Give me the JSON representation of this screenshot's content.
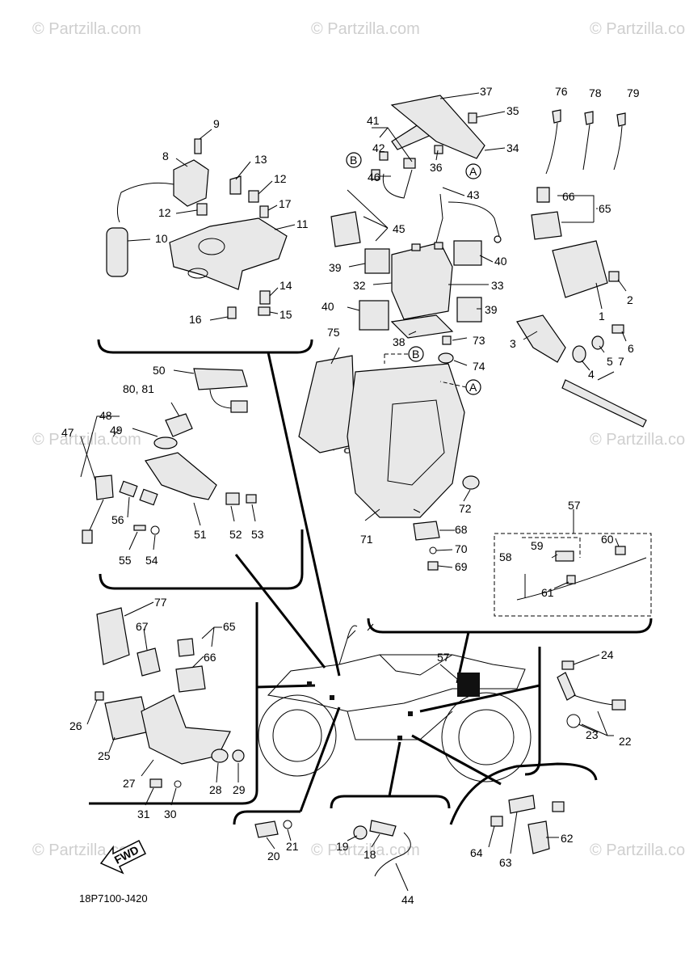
{
  "watermarks": {
    "brand": "© Partzilla.com",
    "center": "© Partzilla.com"
  },
  "diagram_code": "18P7100-J420",
  "direction_label": "FWD",
  "reference_markers": {
    "a": "A",
    "b": "B"
  },
  "callouts": {
    "c1": "1",
    "c2": "2",
    "c3": "3",
    "c4": "4",
    "c5": "5",
    "c6": "6",
    "c7": "7",
    "c8": "8",
    "c9": "9",
    "c10": "10",
    "c11": "11",
    "c12a": "12",
    "c12b": "12",
    "c13": "13",
    "c14": "14",
    "c15": "15",
    "c16": "16",
    "c17": "17",
    "c18": "18",
    "c19": "19",
    "c20": "20",
    "c21": "21",
    "c22": "22",
    "c23": "23",
    "c24": "24",
    "c25": "25",
    "c26": "26",
    "c27": "27",
    "c28": "28",
    "c29": "29",
    "c30": "30",
    "c31": "31",
    "c32": "32",
    "c33": "33",
    "c34": "34",
    "c35": "35",
    "c36": "36",
    "c37": "37",
    "c38": "38",
    "c39a": "39",
    "c39b": "39",
    "c40a": "40",
    "c40b": "40",
    "c41": "41",
    "c42": "42",
    "c43": "43",
    "c44": "44",
    "c45": "45",
    "c46": "46",
    "c47": "47",
    "c48": "48",
    "c49": "49",
    "c50": "50",
    "c51": "51",
    "c52": "52",
    "c53": "53",
    "c54": "54",
    "c55": "55",
    "c56": "56",
    "c57a": "57",
    "c57b": "57",
    "c58": "58",
    "c59": "59",
    "c60": "60",
    "c61": "61",
    "c62": "62",
    "c63": "63",
    "c64": "64",
    "c65a": "65",
    "c65b": "65",
    "c66a": "66",
    "c66b": "66",
    "c67": "67",
    "c68": "68",
    "c69": "69",
    "c70": "70",
    "c71": "71",
    "c72": "72",
    "c73": "73",
    "c74": "74",
    "c75": "75",
    "c76": "76",
    "c77": "77",
    "c78": "78",
    "c79": "79",
    "c8081": "80, 81"
  }
}
